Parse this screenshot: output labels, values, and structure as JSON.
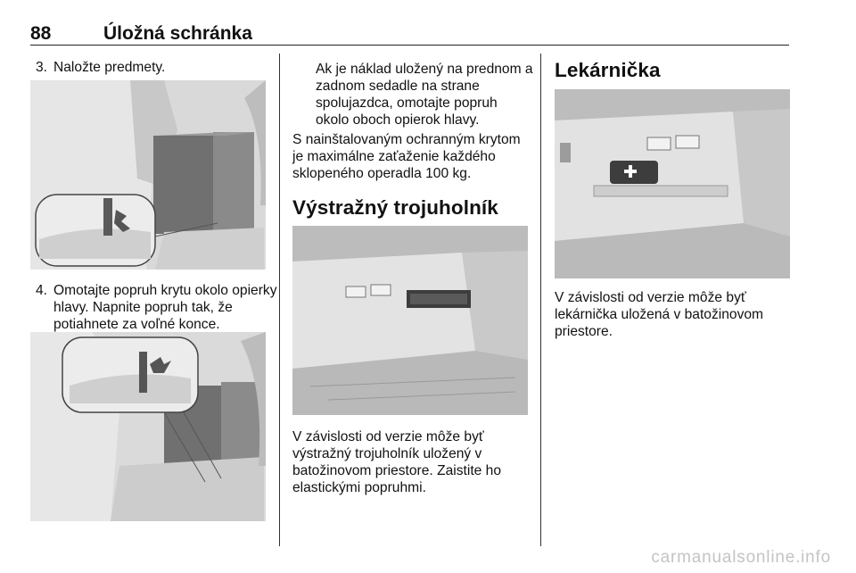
{
  "header": {
    "page_number": "88",
    "section_title": "Úložná schránka"
  },
  "column_left": {
    "step3": {
      "number": "3.",
      "text": "Naložte predmety."
    },
    "step4": {
      "number": "4.",
      "text": "Omotajte popruh krytu okolo opierky hlavy. Napnite popruh tak, že potiahnete za voľné konce."
    }
  },
  "column_middle": {
    "note_indented": "Ak je náklad uložený na prednom a zadnom sedadle na strane spolujazdca, omotajte popruh okolo oboch opierok hlavy.",
    "note_load": "S nainštalovaným ochranným krytom je maximálne zaťaženie každého sklopeného operadla 100 kg.",
    "heading": "Výstražný trojuholník",
    "caption": "V závislosti od verzie môže byť výstražný trojuholník uložený v batožinovom priestore. Zaistite ho elastickými popruhmi."
  },
  "column_right": {
    "heading": "Lekárnička",
    "caption": "V závislosti od verzie môže byť lekárnička uložená v batožinovom priestore."
  },
  "footer": {
    "watermark": "carmanualsonline.info"
  },
  "colors": {
    "text": "#111111",
    "illustration_bg": "#d6d6d6",
    "illustration_dark": "#6e6e6e",
    "watermark": "#c4c4c4"
  }
}
